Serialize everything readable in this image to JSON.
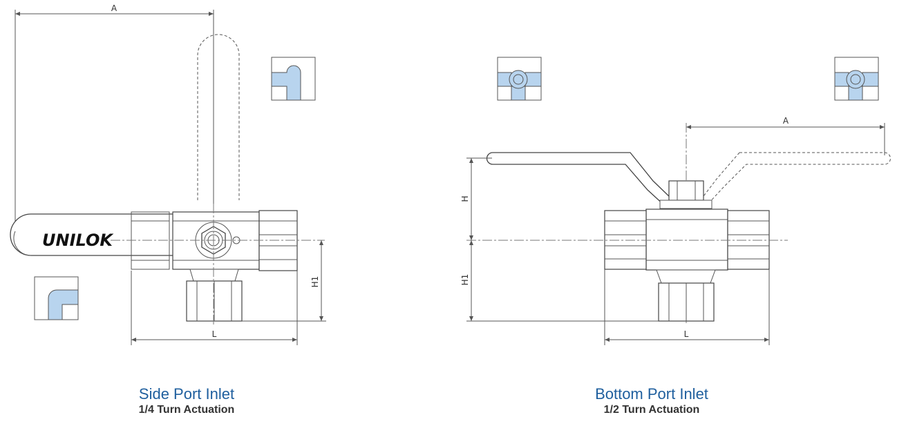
{
  "diagrams": [
    {
      "title": "Side Port Inlet",
      "subtitle": "1/4 Turn Actuation",
      "dim_labels": {
        "a": "A",
        "l": "L",
        "h1": "H1"
      },
      "handle_brand": "UNILOK"
    },
    {
      "title": "Bottom Port Inlet",
      "subtitle": "1/2 Turn Actuation",
      "dim_labels": {
        "a": "A",
        "l": "L",
        "h": "H",
        "h1": "H1"
      }
    }
  ],
  "colors": {
    "flow": "#b8d4ee",
    "line": "#555555",
    "caption": "#1f5f9e",
    "subcaption": "#333333"
  }
}
